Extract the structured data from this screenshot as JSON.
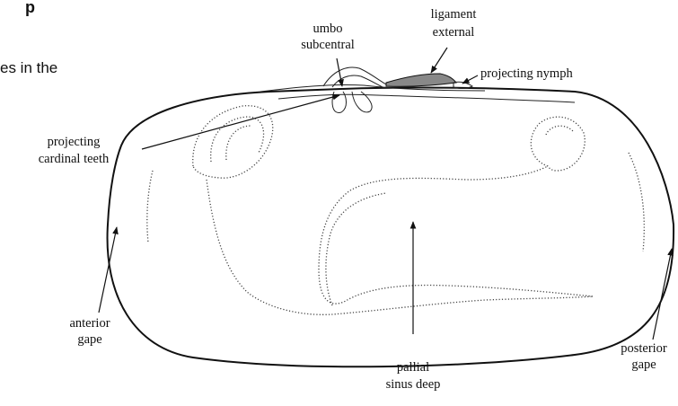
{
  "cropped_text": {
    "line1": "p",
    "line2": "es in the"
  },
  "labels": {
    "umbo_line1": "umbo",
    "umbo_line2": "subcentral",
    "ligament_line1": "ligament",
    "ligament_line2": "external",
    "projecting_nymph": "projecting nymph",
    "cardinal_line1": "projecting",
    "cardinal_line2": "cardinal teeth",
    "anterior_line1": "anterior",
    "anterior_line2": "gape",
    "pallial_line1": "pallial",
    "pallial_line2": "sinus deep",
    "posterior_line1": "posterior",
    "posterior_line2": "gape"
  }
}
